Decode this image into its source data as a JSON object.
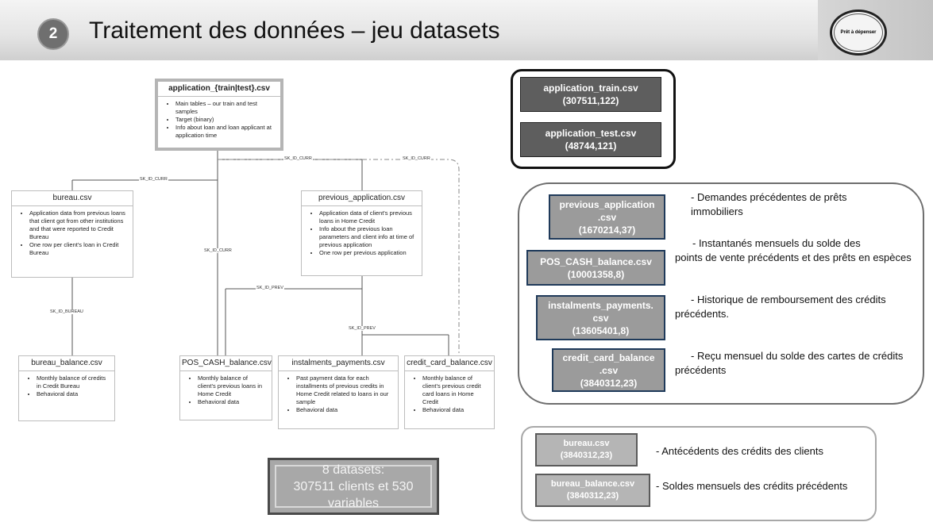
{
  "header": {
    "number": "2",
    "title": "Traitement des données – jeu datasets",
    "logo_text": "Prêt à dépenser"
  },
  "erd": {
    "main": {
      "title": "application_{train|test}.csv",
      "bullets": [
        "Main tables – our train and test samples",
        "Target (binary)",
        "Info about loan and loan applicant at application time"
      ]
    },
    "bureau": {
      "title": "bureau.csv",
      "bullets": [
        "Application data from previous loans that client got from other institutions and that were reported to Credit Bureau",
        "One row per client's loan in Credit Bureau"
      ]
    },
    "previous": {
      "title": "previous_application.csv",
      "bullets": [
        "Application data of client's previous loans in Home Credit",
        "Info about the previous loan parameters and client info at time of previous application",
        "One row per previous application"
      ]
    },
    "bureau_balance": {
      "title": "bureau_balance.csv",
      "bullets": [
        "Monthly balance of credits in Credit Bureau",
        "Behavioral data"
      ]
    },
    "pos_cash": {
      "title": "POS_CASH_balance.csv",
      "bullets": [
        "Monthly balance of client's previous loans in Home Credit",
        "Behavioral data"
      ]
    },
    "installments": {
      "title": "instalments_payments.csv",
      "bullets": [
        "Past payment data for each installments of previous credits in Home Credit related to loans in our sample",
        "Behavioral data"
      ]
    },
    "credit_card": {
      "title": "credit_card_balance.csv",
      "bullets": [
        "Monthly balance of client's previous credit card loans in Home Credit",
        "Behavioral data"
      ]
    },
    "keys": {
      "sk_id_curr": "SK_ID_CURR",
      "sk_id_bureau": "SK_ID_BUREAU",
      "sk_id_prev": "SK_ID_PREV"
    }
  },
  "summary": {
    "text": "8 datasets:\n307511 clients et 530 variables"
  },
  "datasets": {
    "app_train": {
      "name": "application_train.csv",
      "shape": "(307511,122)"
    },
    "app_test": {
      "name": "application_test.csv",
      "shape": "(48744,121)"
    },
    "previous": {
      "line1": "previous_application",
      "line2": ".csv",
      "shape": "(1670214,37)",
      "desc": "- Demandes précédentes de prêts\n   immobiliers"
    },
    "pos_cash": {
      "name": "POS_CASH_balance.csv",
      "shape": "(10001358,8)",
      "desc_lead": "- Instantanés mensuels du solde des",
      "desc": "points de vente précédents et des prêts  en espèces"
    },
    "installments": {
      "line1": "instalments_payments.",
      "line2": "csv",
      "shape": "(13605401,8)",
      "desc": "- Historique de remboursement des crédits précédents."
    },
    "credit_card": {
      "line1": "credit_card_balance",
      "line2": ".csv",
      "shape": "(3840312,23)",
      "desc": "- Reçu mensuel  du solde des cartes de crédits précédents"
    },
    "bureau": {
      "name": "bureau.csv",
      "shape": "(3840312,23)",
      "desc": "- Antécédents des crédits des clients"
    },
    "bureau_balance": {
      "name": "bureau_balance.csv",
      "shape": "(3840312,23)",
      "desc": "-  Soldes mensuels des crédits précédents"
    }
  },
  "colors": {
    "dark_box": "#5e5e5e",
    "mid_box": "#9b9b9b",
    "light_box": "#b5b5b5",
    "border_blue": "#1f3a5a"
  }
}
